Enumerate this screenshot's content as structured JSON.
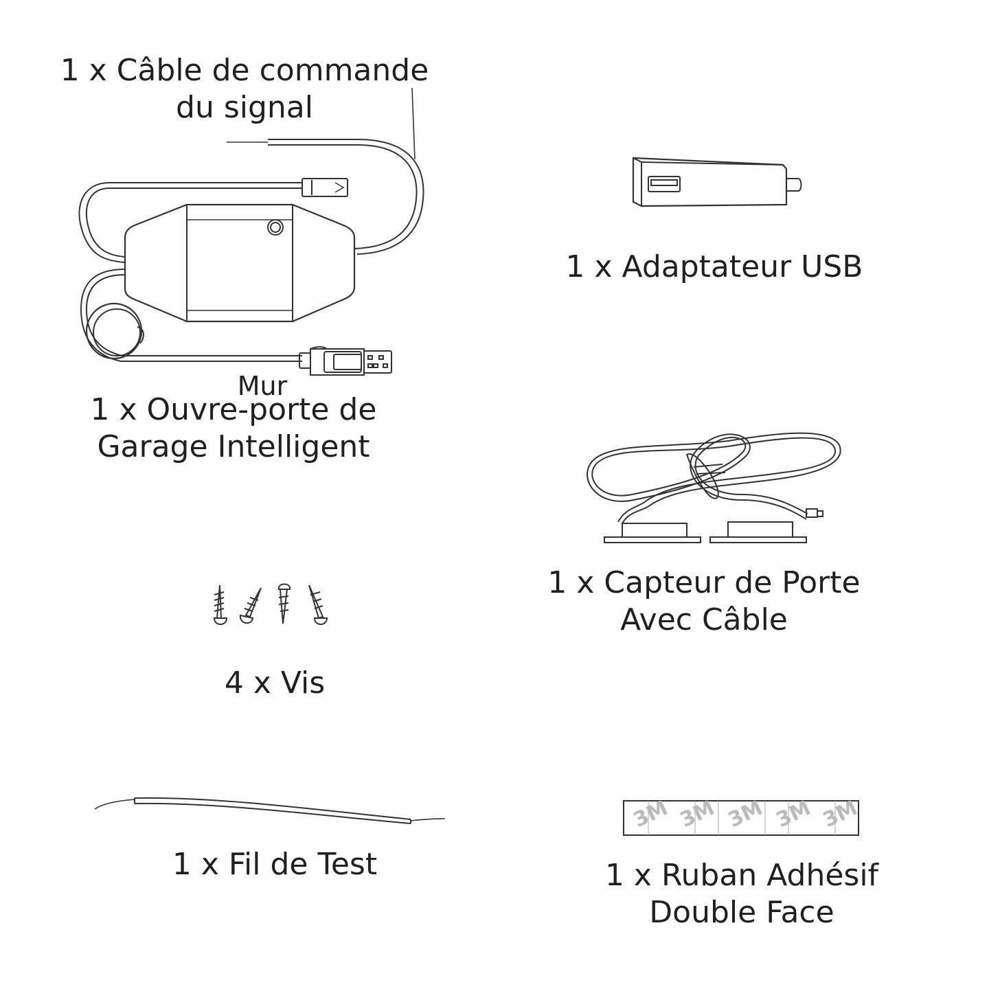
{
  "items": {
    "control_cable": {
      "line1": "1 x Câble de commande",
      "line2": "du signal"
    },
    "usb_adapter": {
      "line1": "1 x Adaptateur USB"
    },
    "wall": {
      "text": "Mur"
    },
    "opener": {
      "line1": "1 x Ouvre-porte de",
      "line2": "Garage Intelligent"
    },
    "door_sensor": {
      "line1": "1 x Capteur de Porte",
      "line2": "Avec Câble"
    },
    "screws": {
      "line1": "4 x Vis"
    },
    "test_wire": {
      "line1": "1 x Fil de Test"
    },
    "tape": {
      "line1": "1 x Ruban Adhésif",
      "line2": "Double Face",
      "logo_text": "3M"
    }
  },
  "colors": {
    "ink": "#231f20",
    "line": "#333333"
  }
}
